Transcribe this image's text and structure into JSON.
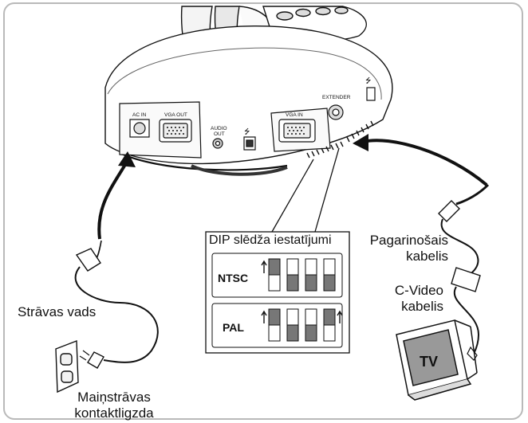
{
  "ports": {
    "ac_in": "AC IN",
    "vga_out": "VGA OUT",
    "audio_out": "AUDIO\nOUT",
    "vga_in": "VGA IN",
    "extender": "EXTENDER",
    "usb_symbol": "⭍"
  },
  "labels": {
    "dip_title": "DIP slēdža iestatījumi",
    "ntsc": "NTSC",
    "pal": "PAL",
    "extender_cable": "Pagarinošais kabelis",
    "cvideo_cable": "C-Video kabelis",
    "power_cord": "Strāvas vads",
    "ac_outlet": "Maiņstrāvas kontaktligzda",
    "tv": "TV"
  },
  "dip_switches": {
    "ntsc": [
      "up",
      "down",
      "down",
      "down"
    ],
    "pal": [
      "up",
      "down",
      "down",
      "up"
    ]
  },
  "colors": {
    "frame": "#b9b9b9",
    "switch_fill": "#777777",
    "cable": "#111111"
  }
}
